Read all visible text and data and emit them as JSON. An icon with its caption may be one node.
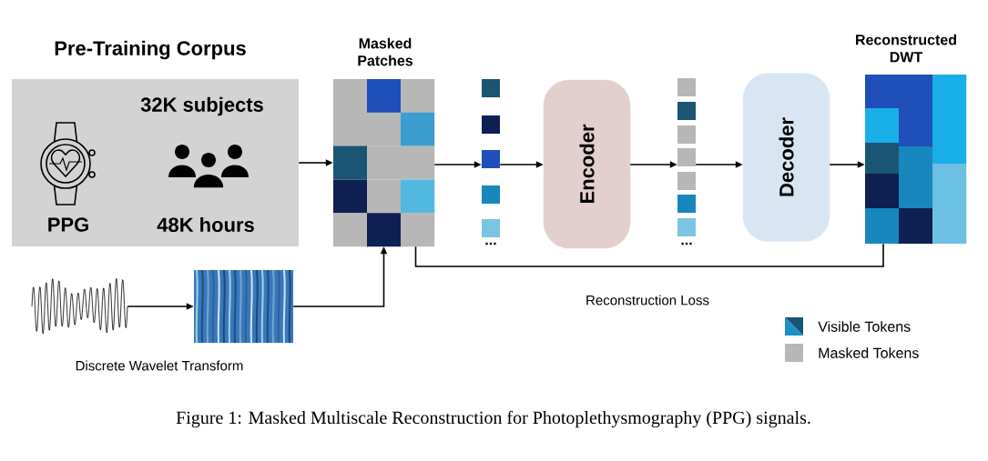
{
  "diagram": {
    "caption": "Figure 1: Masked Multiscale Reconstruction for Photoplethysmography (PPG) signals.",
    "nodes": [
      {
        "text": [
          "Pre-Training Corpus",
          "32K subjects",
          "PPG",
          "48K hours"
        ]
      },
      {
        "text": [
          "Masked Patches"
        ]
      },
      {
        "text": [
          "..."
        ]
      },
      {
        "text": [
          "Encoder"
        ]
      },
      {
        "text": [
          "..."
        ]
      },
      {
        "text": [
          "Decoder"
        ]
      },
      {
        "text": [
          "Reconstructed DWT"
        ]
      },
      {
        "text": [],
        "shape": "picture"
      },
      {
        "text": [],
        "shape": "picture"
      }
    ],
    "edges": [
      {
        "from": 0,
        "to": 1,
        "arrow": "to"
      },
      {
        "from": 1,
        "to": 2,
        "arrow": "to"
      },
      {
        "from": 2,
        "to": 3,
        "arrow": "to"
      },
      {
        "from": 3,
        "to": 4,
        "arrow": "to"
      },
      {
        "from": 4,
        "to": 5,
        "arrow": "to"
      },
      {
        "from": 5,
        "to": 6,
        "arrow": "to"
      },
      {
        "from": 7,
        "to": 8,
        "arrow": "to"
      },
      {
        "from": 8,
        "to": 1,
        "arrow": "to"
      },
      {
        "from": 1,
        "to": 6,
        "arrow": "none",
        "label": "Reconstruction Loss"
      }
    ],
    "labels": [
      "Discrete Wavelet Transform"
    ],
    "legend": [
      {
        "text": "Visible Tokens"
      },
      {
        "text": "Masked Tokens",
        "color": "#b7b7b7"
      }
    ]
  }
}
